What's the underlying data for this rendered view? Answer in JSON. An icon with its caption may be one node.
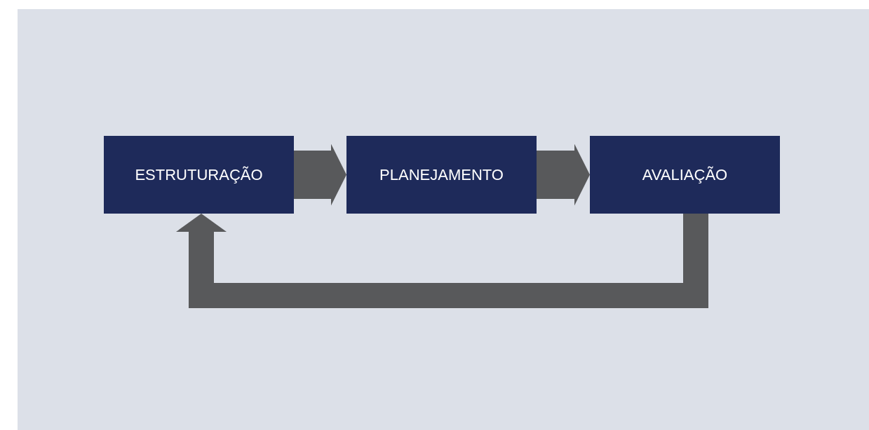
{
  "diagram": {
    "nodes": [
      {
        "text": [
          "ESTRUTURAÇÃO"
        ]
      },
      {
        "text": [
          "PLANEJAMENTO"
        ]
      },
      {
        "text": [
          "AVALIAÇÃO"
        ]
      }
    ],
    "edges": [
      {
        "from": 0,
        "to": 1,
        "arrow": "to"
      },
      {
        "from": 1,
        "to": 2,
        "arrow": "to"
      },
      {
        "from": 2,
        "to": 0,
        "arrow": "to"
      }
    ]
  }
}
